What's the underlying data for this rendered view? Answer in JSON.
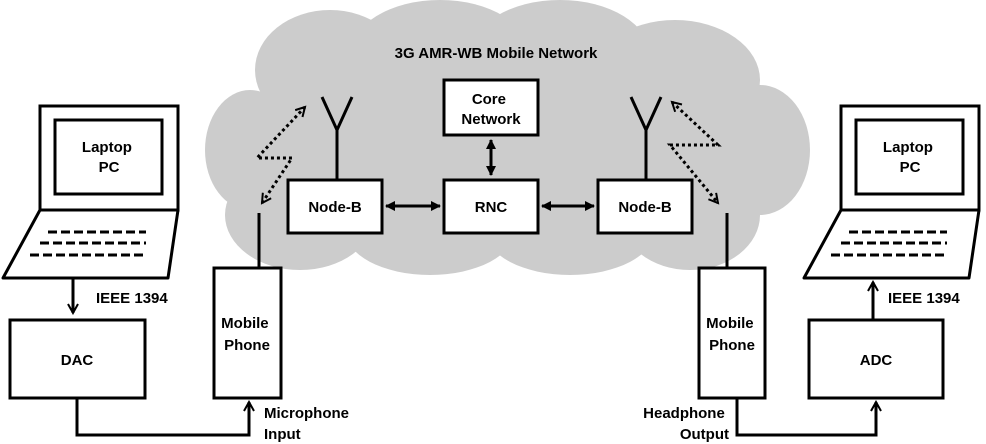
{
  "network": {
    "title": "3G AMR-WB Mobile Network"
  },
  "nodes": {
    "core_network": [
      "Core",
      "Network"
    ],
    "rnc": "RNC",
    "node_b_left": "Node-B",
    "node_b_right": "Node-B",
    "laptop_left": [
      "Laptop",
      "PC"
    ],
    "laptop_right": [
      "Laptop",
      "PC"
    ],
    "dac": "DAC",
    "adc": "ADC",
    "mobile_left": [
      "Mobile",
      "Phone"
    ],
    "mobile_right": [
      "Mobile",
      "Phone"
    ]
  },
  "links": {
    "ieee_left": "IEEE 1394",
    "ieee_right": "IEEE 1394",
    "mic_input": [
      "Microphone",
      "Input"
    ],
    "headphone_output": [
      "Headphone",
      "Output"
    ]
  },
  "colors": {
    "cloud": "#cccccc",
    "stroke": "#000000",
    "box_fill": "#ffffff"
  }
}
